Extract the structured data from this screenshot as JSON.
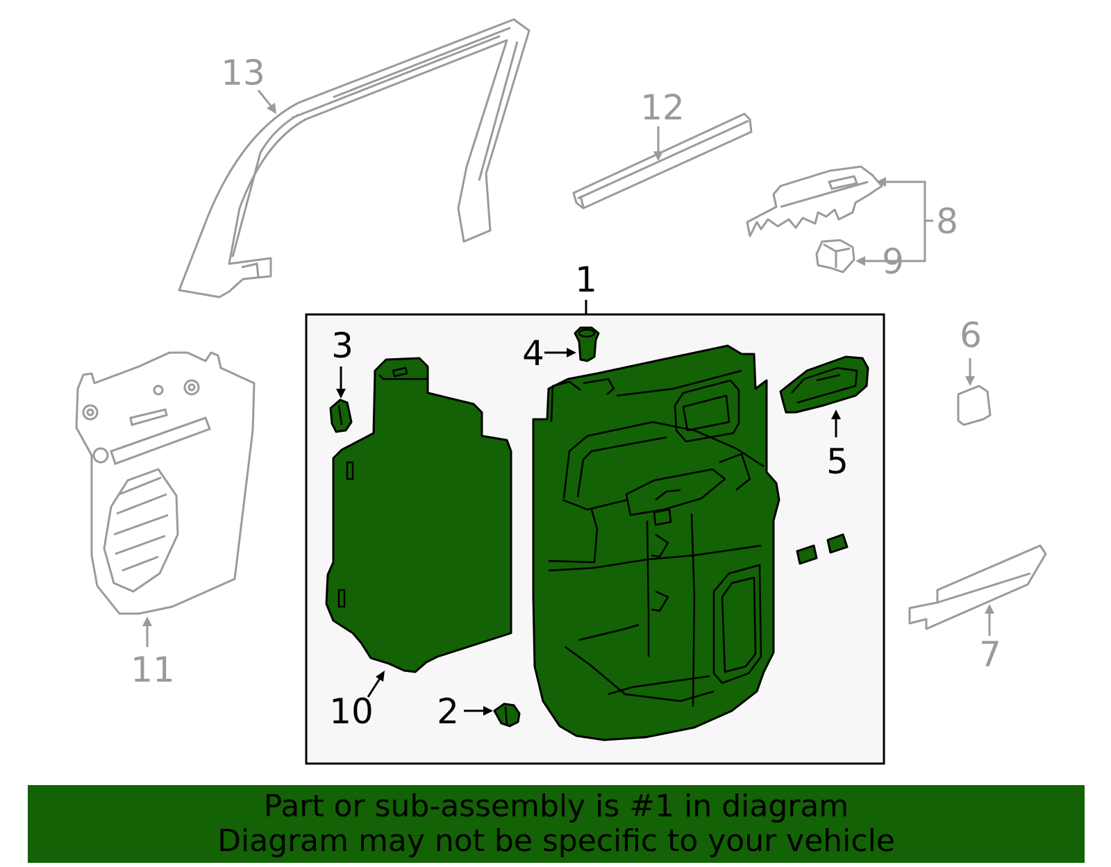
{
  "colors": {
    "highlight": "#136205",
    "highlight_box": "#f7f7f7",
    "context_part": "#9a9a9a",
    "banner": "#136205",
    "outline": "#000000"
  },
  "callouts": {
    "c1": "1",
    "c2": "2",
    "c3": "3",
    "c4": "4",
    "c5": "5",
    "c6": "6",
    "c7": "7",
    "c8": "8",
    "c9": "9",
    "c10": "10",
    "c11": "11",
    "c12": "12",
    "c13": "13"
  },
  "banner": {
    "line1": "Part or sub-assembly is #1 in diagram",
    "line2": "Diagram may not be specific to your vehicle"
  }
}
